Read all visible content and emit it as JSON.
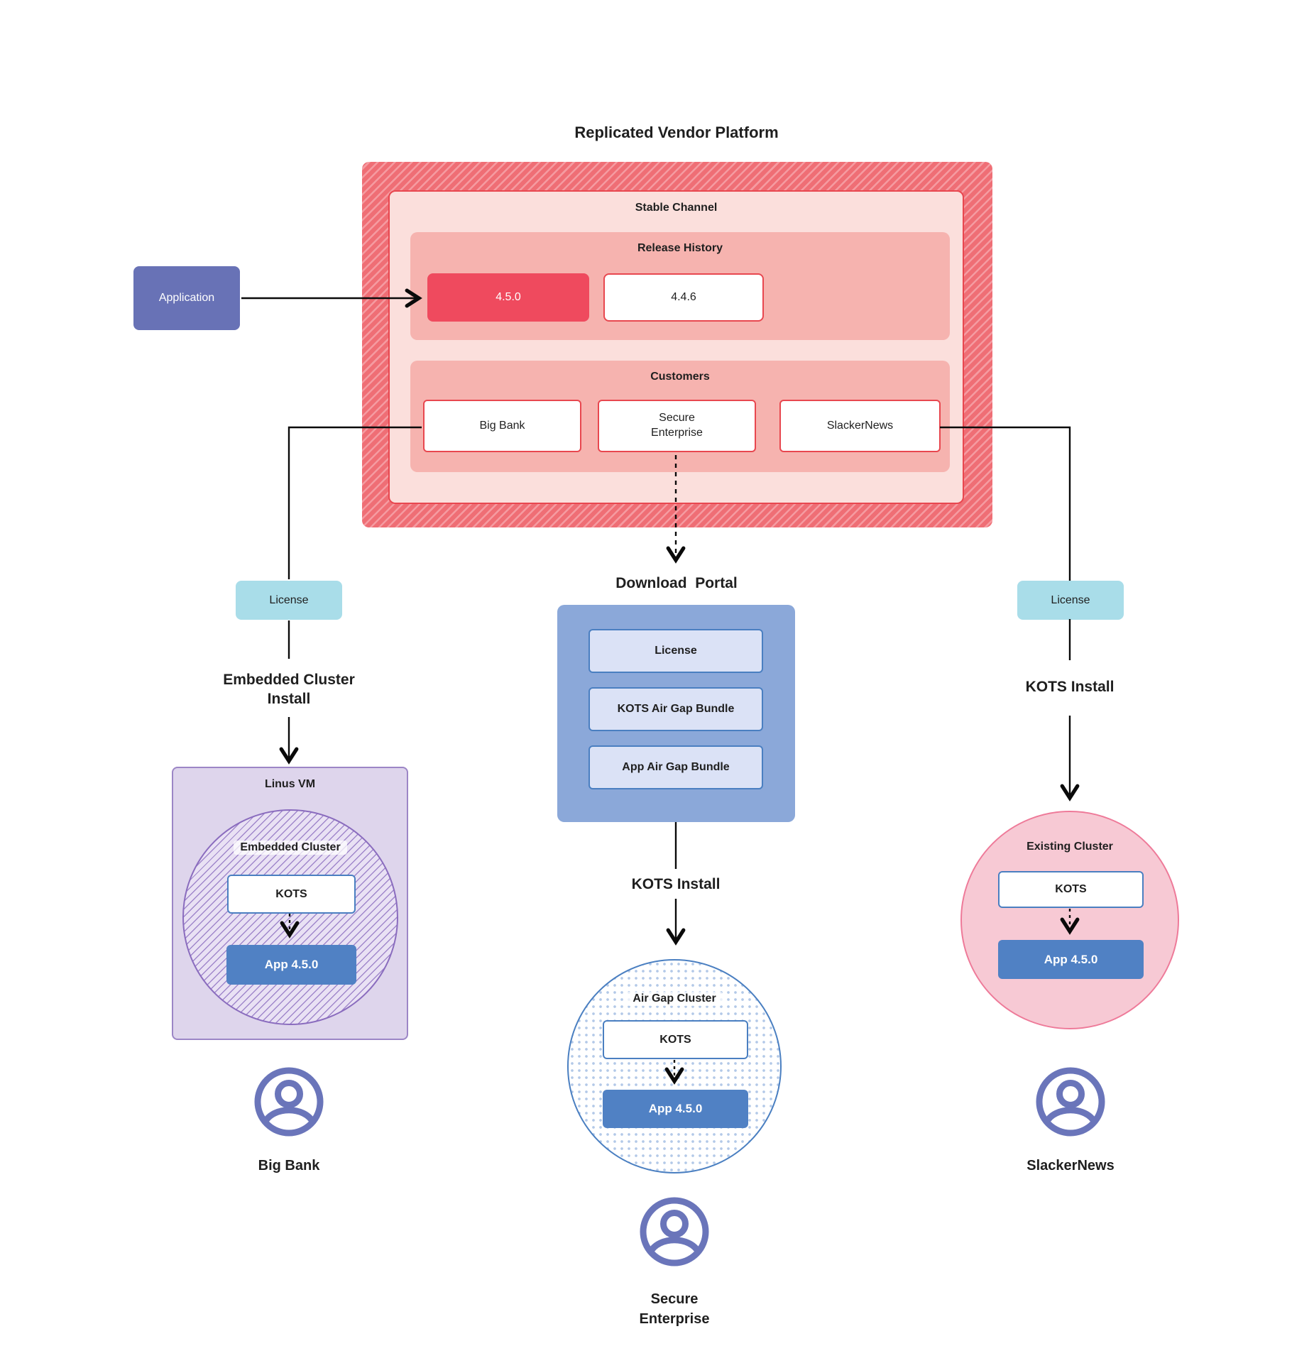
{
  "title": "Replicated Vendor Platform",
  "colors": {
    "text": "#1f1f1f",
    "line": "#0a0a0a",
    "hatch_base": "#ef6e75",
    "hatch_stripe": "#f59ba1",
    "channel_fill": "#fbdfdc",
    "channel_border": "#e8474f",
    "panel_fill": "#f6b3af",
    "release_current_fill": "#ef4a5e",
    "app_purple": "#6872b6",
    "license_teal": "#a9dde9",
    "vm_fill": "#ded5ec",
    "vm_border": "#9c86c6",
    "ec_hatch_bg": "#e9e1f4",
    "ec_hatch_line": "#a087cb",
    "ec_border": "#8a6cbe",
    "kots_border": "#4a7fc1",
    "app_blue": "#5081c4",
    "portal_fill": "#8ba8d9",
    "bundle_fill": "#dbe2f6",
    "dot_color": "#b3c9e8",
    "existing_fill": "#f7c9d4",
    "existing_border": "#ee7a99",
    "user_icon": "#6a75ba",
    "label_pill": "rgba(255,255,255,0.72)"
  },
  "platform": {
    "stable_channel": "Stable Channel",
    "release_history": "Release History",
    "releases": [
      "4.5.0",
      "4.4.6"
    ],
    "customers_label": "Customers",
    "customers": [
      "Big Bank",
      "Secure Enterprise",
      "SlackerNews"
    ]
  },
  "application": "Application",
  "flows": {
    "left": {
      "license": "License",
      "install_label": "Embedded Cluster Install",
      "vm": "Linus VM",
      "cluster": "Embedded Cluster",
      "kots": "KOTS",
      "app": "App 4.5.0",
      "user": "Big Bank"
    },
    "center": {
      "portal_label": "Download  Portal",
      "portal_items": [
        "License",
        "KOTS Air Gap Bundle",
        "App Air Gap Bundle"
      ],
      "install_label": "KOTS Install",
      "cluster": "Air Gap Cluster",
      "kots": "KOTS",
      "app": "App 4.5.0",
      "user": "Secure Enterprise"
    },
    "right": {
      "license": "License",
      "install_label": "KOTS Install",
      "cluster": "Existing Cluster",
      "kots": "KOTS",
      "app": "App 4.5.0",
      "user": "SlackerNews"
    }
  }
}
